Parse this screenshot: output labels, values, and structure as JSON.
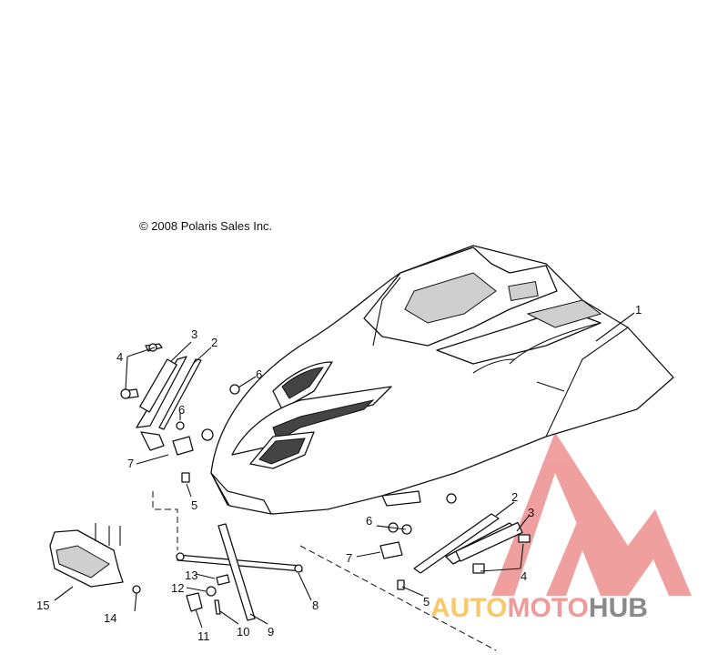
{
  "copyright": "© 2008 Polaris Sales Inc.",
  "callouts": [
    "1",
    "2",
    "3",
    "4",
    "6",
    "6",
    "7",
    "5",
    "13",
    "12",
    "11",
    "10",
    "9",
    "8",
    "15",
    "14",
    "2",
    "3",
    "6",
    "7",
    "4",
    "5"
  ],
  "watermark": {
    "part1": "AUTO",
    "part2": "MOTO",
    "part3": "HUB",
    "colors": {
      "auto": "#f7c96a",
      "moto": "#f19a9a",
      "hub": "#8a8a8a",
      "logo": "#ee8f8f"
    }
  }
}
